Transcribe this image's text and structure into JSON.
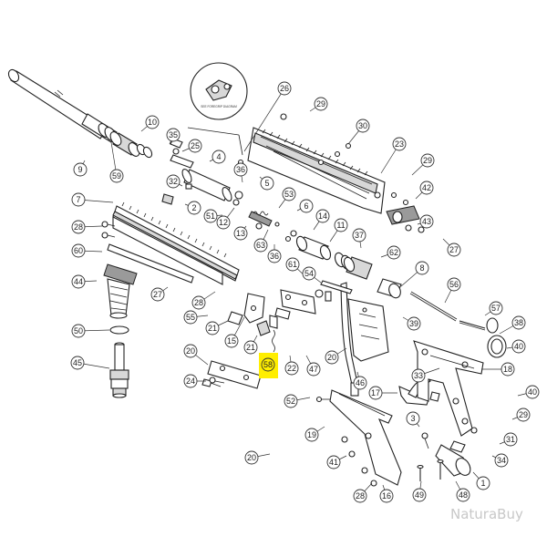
{
  "diagram": {
    "callouts": [
      {
        "n": "1"
      },
      {
        "n": "2"
      },
      {
        "n": "3"
      },
      {
        "n": "4"
      },
      {
        "n": "5"
      },
      {
        "n": "6"
      },
      {
        "n": "7"
      },
      {
        "n": "8"
      },
      {
        "n": "9"
      },
      {
        "n": "10"
      },
      {
        "n": "11"
      },
      {
        "n": "12"
      },
      {
        "n": "13"
      },
      {
        "n": "14"
      },
      {
        "n": "15"
      },
      {
        "n": "16"
      },
      {
        "n": "17"
      },
      {
        "n": "18"
      },
      {
        "n": "19"
      },
      {
        "n": "20"
      },
      {
        "n": "20"
      },
      {
        "n": "20"
      },
      {
        "n": "21"
      },
      {
        "n": "21"
      },
      {
        "n": "22"
      },
      {
        "n": "23"
      },
      {
        "n": "24"
      },
      {
        "n": "25"
      },
      {
        "n": "26"
      },
      {
        "n": "27"
      },
      {
        "n": "27"
      },
      {
        "n": "28"
      },
      {
        "n": "28"
      },
      {
        "n": "28"
      },
      {
        "n": "29"
      },
      {
        "n": "29"
      },
      {
        "n": "29"
      },
      {
        "n": "30"
      },
      {
        "n": "31"
      },
      {
        "n": "32"
      },
      {
        "n": "33"
      },
      {
        "n": "34"
      },
      {
        "n": "35"
      },
      {
        "n": "36"
      },
      {
        "n": "36"
      },
      {
        "n": "37"
      },
      {
        "n": "38"
      },
      {
        "n": "39"
      },
      {
        "n": "40"
      },
      {
        "n": "40"
      },
      {
        "n": "41"
      },
      {
        "n": "42"
      },
      {
        "n": "43"
      },
      {
        "n": "44"
      },
      {
        "n": "45"
      },
      {
        "n": "46"
      },
      {
        "n": "47"
      },
      {
        "n": "48"
      },
      {
        "n": "49"
      },
      {
        "n": "50"
      },
      {
        "n": "51"
      },
      {
        "n": "52"
      },
      {
        "n": "53"
      },
      {
        "n": "54"
      },
      {
        "n": "55"
      },
      {
        "n": "56"
      },
      {
        "n": "57"
      },
      {
        "n": "58"
      },
      {
        "n": "59"
      },
      {
        "n": "60"
      },
      {
        "n": "61"
      },
      {
        "n": "62"
      },
      {
        "n": "63"
      }
    ],
    "highlighted_callout": "58",
    "highlight_color": "#ffee00",
    "inset_caption": "SEE FOREGRIP DIAGRAM"
  },
  "watermark": {
    "text": "NaturaBuy"
  }
}
